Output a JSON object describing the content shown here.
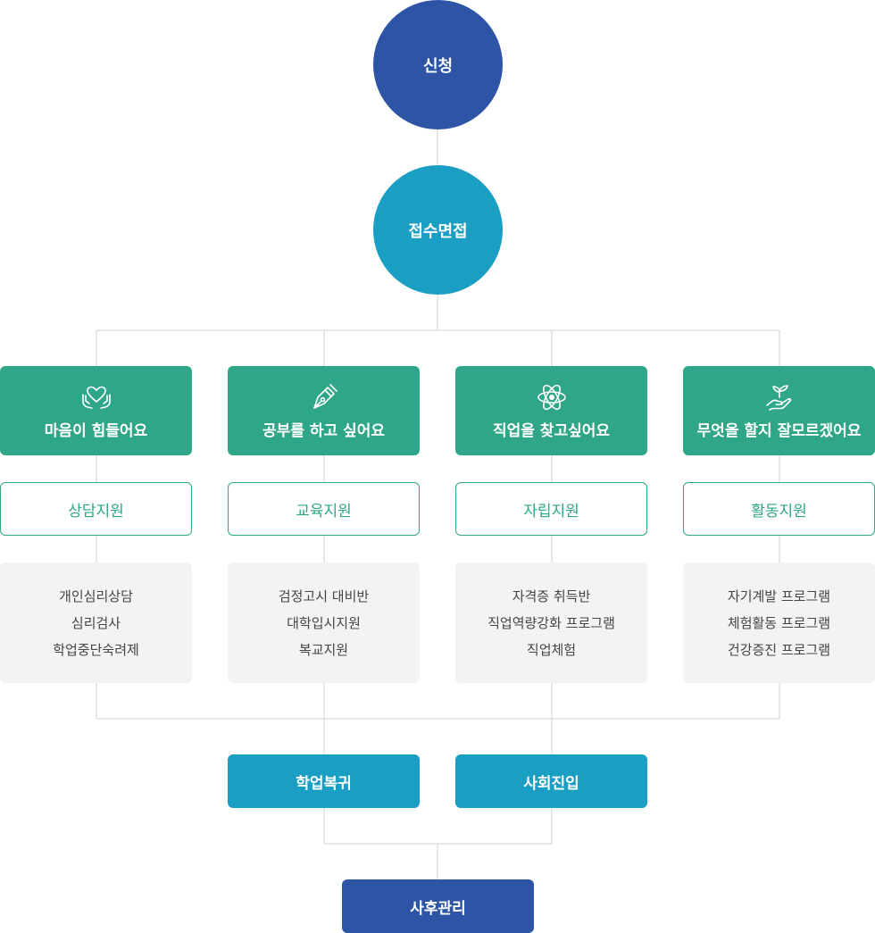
{
  "nodes": {
    "apply": "신청",
    "intake": "접수면접"
  },
  "categories": [
    {
      "title": "마음이 힘들어요",
      "icon": "heart-hands-icon",
      "support": "상담지원",
      "details": [
        "개인심리상담",
        "심리검사",
        "학업중단숙려제"
      ]
    },
    {
      "title": "공부를 하고 싶어요",
      "icon": "pen-nib-icon",
      "support": "교육지원",
      "details": [
        "검정고시 대비반",
        "대학입시지원",
        "복교지원"
      ]
    },
    {
      "title": "직업을 찾고싶어요",
      "icon": "atom-icon",
      "support": "자립지원",
      "details": [
        "자격증 취득반",
        "직업역량강화 프로그램",
        "직업체험"
      ]
    },
    {
      "title": "무엇을 할지 잘모르겠어요",
      "icon": "hand-plant-icon",
      "support": "활동지원",
      "details": [
        "자기계발 프로그램",
        "체험활동 프로그램",
        "건강증진 프로그램"
      ]
    }
  ],
  "outcomes": {
    "return_school": "학업복귀",
    "enter_society": "사회진입",
    "follow_up": "사후관리"
  },
  "colors": {
    "navy": "#2e55a5",
    "teal": "#1b9ec3",
    "green": "#2fa688",
    "line": "#d9d9d9",
    "detail_bg": "#f3f3f3"
  }
}
